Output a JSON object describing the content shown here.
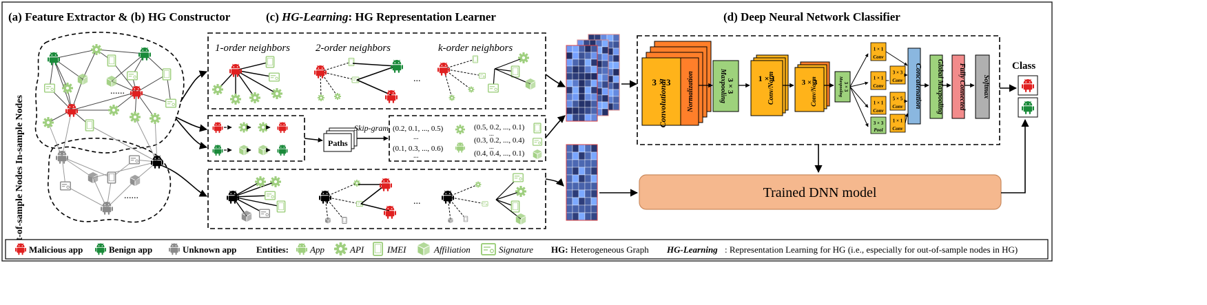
{
  "titles": {
    "a_b": "(a) Feature Extractor & (b) HG Constructor",
    "c_prefix": "(c) ",
    "c_hg": "HG-Learning",
    "c_rest": ": HG Representation Learner",
    "d": "(d) Deep Neural Network Classifier"
  },
  "side_labels": {
    "in_sample": "In-sample Nodes",
    "out_sample": "Out-of-sample Nodes"
  },
  "neighbors": {
    "first": "1-order neighbors",
    "second": "2-order neighbors",
    "k": "k-order neighbors",
    "ellipsis": "......",
    "dots": "..."
  },
  "middle": {
    "paths": "Paths",
    "skipgram": "Skip-gram",
    "vec1": "(0.2, 0.1, ..., 0.5)",
    "vec2": "(0.1, 0.3, ..., 0.6)",
    "vec3": "(0.5, 0.2, ..., 0.1)",
    "vec4": "(0.3, 0.2, ..., 0.4)",
    "vec5": "(0.4, 0.4, ..., 0.1)"
  },
  "dnn": {
    "conv": "3 × 3",
    "conv_sub": "Convolutional",
    "norm": "Normalization",
    "maxpool1_top": "3 × 3",
    "maxpool1": "Maxpooling",
    "conv11_top": "1 × 1",
    "conv11": "Conv/Norm",
    "conv33_top": "3 × 3",
    "conv33": "Conv/Norm",
    "maxpool2_top": "3 × 3",
    "maxpool2": "Maxpooling",
    "incep_conv11": "1 × 1",
    "incep_conv": "Conv",
    "incep_conv33": "3 × 3",
    "incep_conv55": "5 × 5",
    "incep_pool33": "3 × 3",
    "incep_pool": "Pool",
    "concat": "Concatenation",
    "gmp": "Global Maxpooling",
    "fc": "Fully Connected",
    "softmax": "Softmax",
    "class": "Class",
    "trained": "Trained DNN model"
  },
  "legend": {
    "malicious": "Malicious app",
    "benign": "Benign app",
    "unknown": "Unknown app",
    "entities": "Entities:",
    "app": "App",
    "api": "API",
    "imei": "IMEI",
    "affiliation": "Affiliation",
    "signature": "Signature",
    "hg_label": "HG:",
    "hg_desc": "Heterogeneous Graph",
    "hgl_label": "HG-Learning",
    "hgl_desc": ": Representation Learning for HG (i.e., especially for out-of-sample nodes in HG)"
  },
  "colors": {
    "malicious": "#e02020",
    "benign": "#1a8a3a",
    "unknown": "#8a8a8a",
    "entity": "#9fcf7f",
    "orange": "#ffb31a",
    "green_block": "#9ed27c",
    "blue_block": "#8ab7e0",
    "pink_block": "#f28b8b",
    "gray_block": "#b0b0b0",
    "trained": "#f5b88e"
  }
}
